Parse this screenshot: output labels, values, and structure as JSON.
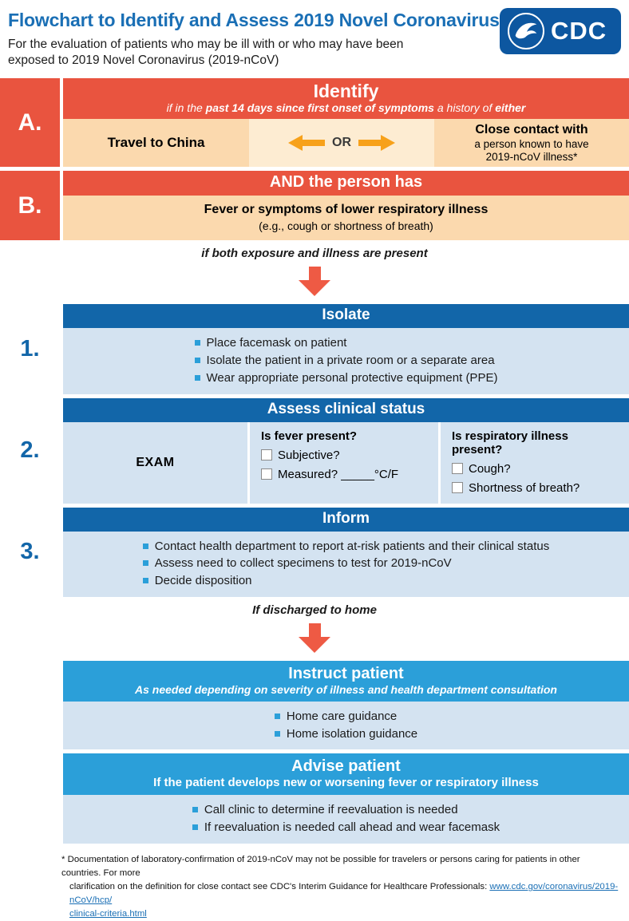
{
  "colors": {
    "title_blue": "#1a6fb5",
    "coral_red": "#e9543f",
    "peach": "#fbd9ae",
    "peach_light": "#fdecd2",
    "dark_blue": "#1266a9",
    "light_blue": "#d4e3f1",
    "cyan_blue": "#2b9fd9",
    "arrow_orange": "#f7a11a",
    "logo_blue": "#0d57a0"
  },
  "header": {
    "title": "Flowchart to Identify and Assess 2019 Novel Coronavirus",
    "subtitle": "For the evaluation of patients who may be ill with or who may have been exposed to 2019 Novel Coronavirus (2019-nCoV)",
    "logo_text": "CDC"
  },
  "section_a": {
    "label": "A.",
    "title": "Identify",
    "subtitle_prefix": "if in the ",
    "subtitle_bold1": "past 14 days since first onset of symptoms",
    "subtitle_mid": " a history of ",
    "subtitle_bold2": "either",
    "left_cell": "Travel to China",
    "or_label": "OR",
    "right_cell_line1": "Close contact with",
    "right_cell_line2": "a person known to have",
    "right_cell_line3": "2019-nCoV illness*"
  },
  "section_b": {
    "label": "B.",
    "title": "AND the person has",
    "body_bold": "Fever or symptoms of lower respiratory illness",
    "body_sub": "(e.g., cough or shortness of breath)"
  },
  "connector1": {
    "text": "if both exposure and illness are present"
  },
  "section_1": {
    "label": "1.",
    "title": "Isolate",
    "bullets": [
      "Place facemask on patient",
      "Isolate the patient in a private room or a separate area",
      "Wear appropriate personal protective equipment (PPE)"
    ]
  },
  "section_2": {
    "label": "2.",
    "title": "Assess clinical status",
    "exam_label": "EXAM",
    "fever": {
      "question": "Is fever present?",
      "options": [
        "Subjective?",
        "Measured? _____°C/F"
      ]
    },
    "respiratory": {
      "question": "Is respiratory illness present?",
      "options": [
        "Cough?",
        "Shortness of breath?"
      ]
    }
  },
  "section_3": {
    "label": "3.",
    "title": "Inform",
    "bullets": [
      "Contact health department to report at-risk patients and their clinical status",
      "Assess need to collect specimens to test for 2019-nCoV",
      "Decide disposition"
    ]
  },
  "connector2": {
    "text": "If discharged to home"
  },
  "instruct": {
    "title": "Instruct patient",
    "subtitle": "As needed depending on severity of illness and health department consultation",
    "bullets": [
      "Home care guidance",
      "Home isolation guidance"
    ]
  },
  "advise": {
    "title": "Advise patient",
    "subtitle": "If the patient develops new or worsening fever or respiratory illness",
    "bullets": [
      "Call clinic to determine if reevaluation is needed",
      "If reevaluation is needed call ahead and wear facemask"
    ]
  },
  "footnote": {
    "line1": "* Documentation of laboratory-confirmation of 2019-nCoV may not be possible for travelers or persons caring for patients in other countries. For more",
    "line2_text": "clarification on the definition for close contact see CDC's Interim Guidance for Healthcare Professionals: ",
    "link1": "www.cdc.gov/coronavirus/2019-nCoV/hcp/",
    "link2": "clinical-criteria.html"
  }
}
